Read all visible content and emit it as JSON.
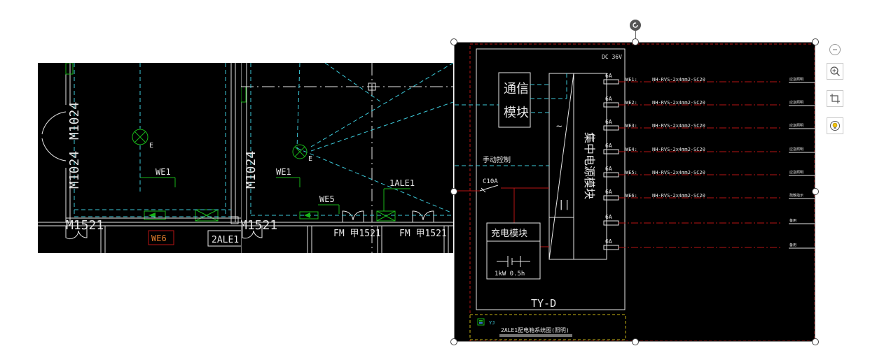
{
  "plan_left": {
    "door_left": "M1024",
    "door_left_2": "M1024",
    "light_e": "E",
    "circuit": "WE1",
    "door_bottom": "M1521",
    "tag_box": "WE6",
    "panel_label": "2ALE1"
  },
  "plan_mid": {
    "door_left": "M1024",
    "light_e": "E",
    "circuit_we1": "WE1",
    "circuit_we5": "WE5",
    "panel_1ale1": "1ALE1",
    "door_bottom": "M1521",
    "fm1": "FM 甲1521",
    "fm2": "FM 甲1521"
  },
  "diagram": {
    "dc": "DC 36V",
    "comm_module_1": "通信",
    "comm_module_2": "模块",
    "manual": "手动控制",
    "breaker": "C10A",
    "charge_module": "充电模块",
    "battery": "1kW  0.5h",
    "model": "TY-D",
    "bus_tilde": "~",
    "vertical_module": "集中电源模块",
    "circuits": [
      {
        "rating": "6A",
        "id": "WE1:",
        "cable": "NH-RVS-2x4mm2-SC20",
        "use": "应急照明"
      },
      {
        "rating": "6A",
        "id": "WE2:",
        "cable": "NH-RVS-2x4mm2-SC20",
        "use": "应急照明"
      },
      {
        "rating": "6A",
        "id": "WE3:",
        "cable": "NH-RVS-2x4mm2-SC20",
        "use": "应急照明"
      },
      {
        "rating": "6A",
        "id": "WE4:",
        "cable": "NH-RVS-2x4mm2-SC20",
        "use": "应急照明"
      },
      {
        "rating": "6A",
        "id": "WE5:",
        "cable": "NH-RVS-2x4mm2-SC20",
        "use": "应急照明"
      },
      {
        "rating": "6A",
        "id": "WE6:",
        "cable": "NH-RVS-2x4mm2-SC20",
        "use": "疏散指示"
      },
      {
        "rating": "6A",
        "id": "",
        "cable": "",
        "use": "备用"
      },
      {
        "rating": "6A",
        "id": "",
        "cable": "",
        "use": "备用"
      }
    ],
    "legend_code": "YJ",
    "caption": "2ALE1配电箱系统图(照明)"
  },
  "colors": {
    "cad_bg": "#000000",
    "cyan": "#3cc8d8",
    "red": "#b81414",
    "green": "#19b419",
    "yellow": "#c8b414",
    "white": "#e6e6e6"
  },
  "tools": {
    "collapse": "minus-icon",
    "zoom": "zoom-in-icon",
    "crop": "crop-icon",
    "ideas": "lightbulb-icon"
  }
}
